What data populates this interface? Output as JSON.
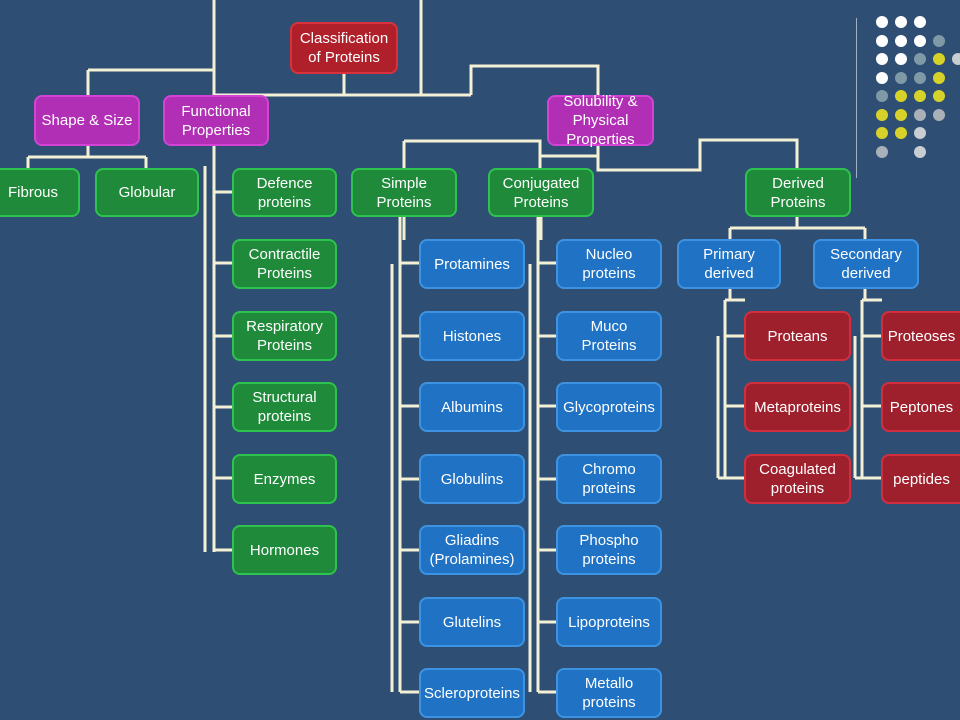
{
  "colors": {
    "background": "#2e4f73",
    "connector": "#f4f0d6"
  },
  "nodes": [
    {
      "id": "root",
      "label": "Classification\nof Proteins",
      "color": "red"
    },
    {
      "id": "shape",
      "label": "Shape & Size",
      "color": "purple"
    },
    {
      "id": "functional",
      "label": "Functional\nProperties",
      "color": "purple"
    },
    {
      "id": "solubility",
      "label": "Solubility &\nPhysical\nProperties",
      "color": "purple"
    },
    {
      "id": "fibrous",
      "label": "Fibrous",
      "color": "green"
    },
    {
      "id": "globular",
      "label": "Globular",
      "color": "green"
    },
    {
      "id": "defence",
      "label": "Defence\nproteins",
      "color": "green"
    },
    {
      "id": "contractile",
      "label": "Contractile\nProteins",
      "color": "green"
    },
    {
      "id": "respiratory",
      "label": "Respiratory\nProteins",
      "color": "green"
    },
    {
      "id": "structural",
      "label": "Structural\nproteins",
      "color": "green"
    },
    {
      "id": "enzymes",
      "label": "Enzymes",
      "color": "green"
    },
    {
      "id": "hormones",
      "label": "Hormones",
      "color": "green"
    },
    {
      "id": "simple",
      "label": "Simple\nProteins",
      "color": "green"
    },
    {
      "id": "conjugated",
      "label": "Conjugated\nProteins",
      "color": "green"
    },
    {
      "id": "derived",
      "label": "Derived\nProteins",
      "color": "green"
    },
    {
      "id": "protamines",
      "label": "Protamines",
      "color": "blue"
    },
    {
      "id": "histones",
      "label": "Histones",
      "color": "blue"
    },
    {
      "id": "albumins",
      "label": "Albumins",
      "color": "blue"
    },
    {
      "id": "globulins",
      "label": "Globulins",
      "color": "blue"
    },
    {
      "id": "gliadins",
      "label": "Gliadins\n(Prolamines)",
      "color": "blue"
    },
    {
      "id": "glutelins",
      "label": "Glutelins",
      "color": "blue"
    },
    {
      "id": "scleroproteins",
      "label": "Scleroproteins",
      "color": "blue"
    },
    {
      "id": "nucleo",
      "label": "Nucleo\nproteins",
      "color": "blue"
    },
    {
      "id": "muco",
      "label": "Muco\nProteins",
      "color": "blue"
    },
    {
      "id": "glyco",
      "label": "Glycoproteins",
      "color": "blue"
    },
    {
      "id": "chromo",
      "label": "Chromo\nproteins",
      "color": "blue"
    },
    {
      "id": "phospho",
      "label": "Phospho\nproteins",
      "color": "blue"
    },
    {
      "id": "lipo",
      "label": "Lipoproteins",
      "color": "blue"
    },
    {
      "id": "metallo",
      "label": "Metallo\nproteins",
      "color": "blue"
    },
    {
      "id": "primary",
      "label": "Primary\nderived",
      "color": "blue"
    },
    {
      "id": "secondary",
      "label": "Secondary\nderived",
      "color": "blue"
    },
    {
      "id": "proteans",
      "label": "Proteans",
      "color": "dred"
    },
    {
      "id": "metaproteins",
      "label": "Metaproteins",
      "color": "dred"
    },
    {
      "id": "coagulated",
      "label": "Coagulated\nproteins",
      "color": "dred"
    },
    {
      "id": "proteoses",
      "label": "Proteoses",
      "color": "dred"
    },
    {
      "id": "peptones",
      "label": "Peptones",
      "color": "dred"
    },
    {
      "id": "peptides",
      "label": "peptides",
      "color": "dred"
    }
  ],
  "decor_dot_colors": [
    "#ffffff",
    "#c9ced3",
    "#7f9aa6",
    "#d6d22a",
    "#a9b0b8"
  ]
}
